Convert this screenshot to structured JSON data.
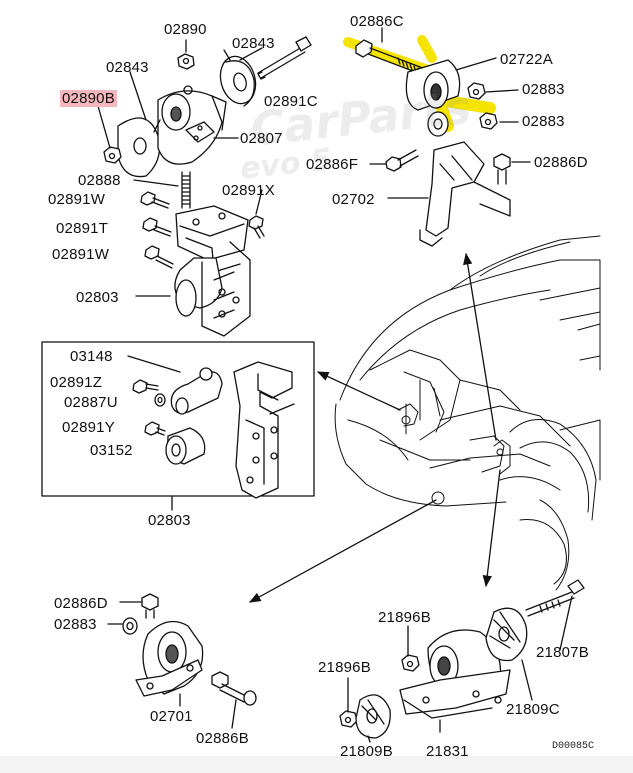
{
  "watermark": {
    "line1": "CarParts",
    "line2": "evo 5"
  },
  "highlight_color": "#f3b7bd",
  "part_highlight_color": "#f5e400",
  "labels": {
    "p02890": "02890",
    "p02843_a": "02843",
    "p02843_b": "02843",
    "p02890B": "02890B",
    "p02891C": "02891C",
    "p02807": "02807",
    "p02888": "02888",
    "p02891W_a": "02891W",
    "p02891X": "02891X",
    "p02891T": "02891T",
    "p02891W_b": "02891W",
    "p02803_top": "02803",
    "p02886C": "02886C",
    "p02722A": "02722A",
    "p02883_a": "02883",
    "p02883_b": "02883",
    "p02886F": "02886F",
    "p02886D_a": "02886D",
    "p02702": "02702",
    "p03148": "03148",
    "p02891Z": "02891Z",
    "p02887U": "02887U",
    "p02891Y": "02891Y",
    "p03152": "03152",
    "p02803_box": "02803",
    "p02886D_b": "02886D",
    "p02883_c": "02883",
    "p02701": "02701",
    "p02886B": "02886B",
    "p21896B_a": "21896B",
    "p21807B": "21807B",
    "p21896B_b": "21896B",
    "p21809C": "21809C",
    "p21809B": "21809B",
    "p21831": "21831"
  },
  "diagram_code": "D00085C"
}
